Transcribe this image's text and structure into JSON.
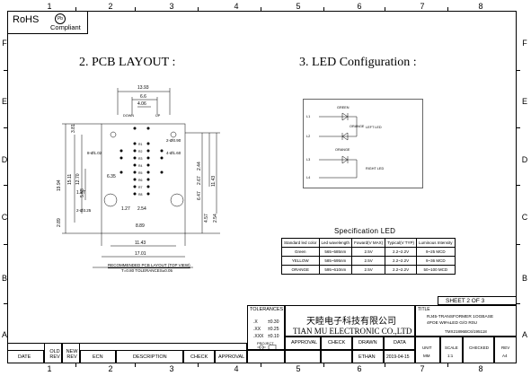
{
  "columns": [
    "1",
    "2",
    "3",
    "4",
    "5",
    "6",
    "7",
    "8"
  ],
  "rows": [
    "F",
    "E",
    "D",
    "C",
    "B",
    "A"
  ],
  "rohs": {
    "label": "RoHS",
    "compliant": "Compliant",
    "badge": "Pb"
  },
  "pcb": {
    "title": "2. PCB LAYOUT :",
    "dims": {
      "top1": "13.93",
      "top2": "6.6",
      "top3": "4.06",
      "d381": "3.81",
      "down": "DOWN",
      "up": "UP",
      "hole1": "8-Ø1.02",
      "hole2": "2-Ø0.90",
      "hole3": "4-Ø1.60",
      "left1": "19.94",
      "left2": "15.11",
      "left3": "12.70",
      "left4": "5.43",
      "left5": "1.27",
      "left6": "2.89",
      "mid1": "6.35",
      "mid2": "2.54",
      "mid3": "1.27",
      "bot1": "8.89",
      "bot2": "11.43",
      "bot3": "17.01",
      "r1": "2.44",
      "r2": "2.67",
      "r3": "6.47",
      "r4": "11.43",
      "r5": "4.57",
      "r6": "2.54",
      "hole4": "2-Ø3.25",
      "pins": [
        "R1",
        "R2",
        "R3",
        "R4",
        "R5",
        "R6",
        "R7",
        "R8"
      ]
    },
    "caption1": "RECOMMENDED PCB LAYOUT (TOP VIEW)",
    "caption2": "T=0.80 TOLERANCES±0.05"
  },
  "led": {
    "title": "3. LED Configuration :",
    "labels": {
      "l1": "L1",
      "l2": "L2",
      "l3": "L3",
      "l4": "L4",
      "green": "GREEN",
      "orange1": "ORANGE",
      "orange2": "ORANGE",
      "left": "LEFT LED",
      "right": "RIGHT LED"
    }
  },
  "spec": {
    "title": "Specification LED",
    "headers": [
      "Standard led color",
      "Led wavelength",
      "Foward(V MAX)",
      "Typical(V TYP)",
      "Luminous Intensity"
    ],
    "rows": [
      [
        "Green",
        "565~585nm",
        "2.5V",
        "2.2~2.2V",
        "9~25 MCD"
      ],
      [
        "YELLOW",
        "585~595nm",
        "2.5V",
        "2.2~2.2V",
        "9~36 MCD"
      ],
      [
        "ORANGE",
        "595~610nm",
        "2.5V",
        "2.2~2.2V",
        "50~100 MCD"
      ]
    ]
  },
  "titleblock": {
    "sheet": "SHEET  2   OF   3",
    "tolerances": "TOLERANCES",
    "tol_rows": [
      [
        ".X",
        "±0.30"
      ],
      [
        ".XX",
        "±0.25"
      ],
      [
        ".XXX",
        "±0.10"
      ]
    ],
    "project": "PROJECT",
    "company_cn": "天睦电子科技有限公司",
    "company_en": "TIAN MU ELECTRONIC CO.,LTD",
    "title_label": "TITLE",
    "title1": "RJ45-TRANSFORMER 1OGBASE",
    "title2": "4POE W9%LED G/O R0U",
    "part": "TMX21896BC6/195118",
    "approval": "APPROVAL",
    "check": "CHECK",
    "drawn": "DRAWN",
    "date": "DATA",
    "drawn_by": "ETHAN",
    "date_val": "2019-04-15",
    "unit": "UNIT",
    "unit_val": "MM",
    "scale": "SCALE",
    "scale_val": "1:1",
    "checked": "CHECKED",
    "rev": "REV",
    "rev_val": "A4",
    "rev_headers": [
      "DATE",
      "OLD REV",
      "NEW REV",
      "ECN",
      "DESCRIPTION",
      "CHECK",
      "APPROVAL"
    ]
  },
  "colors": {
    "line": "#000000",
    "bg": "#ffffff"
  }
}
